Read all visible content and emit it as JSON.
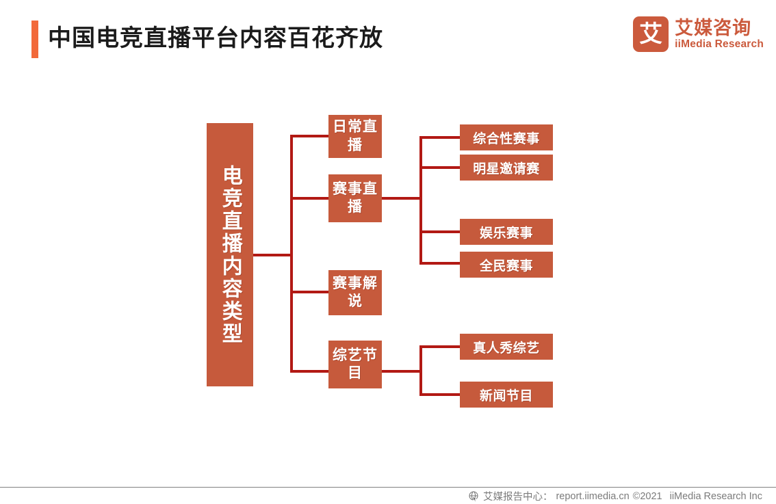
{
  "header": {
    "title": "中国电竞直播平台内容百花齐放",
    "accent_color": "#F2693A",
    "logo": {
      "mark_char": "艾",
      "name_cn": "艾媒咨询",
      "name_en": "iiMedia Research",
      "color": "#CB5A3C"
    }
  },
  "diagram": {
    "node_color": "#C65A3C",
    "connector_color": "#B21914",
    "root": {
      "label": "电竞直播内容类型"
    },
    "level2": [
      {
        "label": "日常直播"
      },
      {
        "label": "赛事直播"
      },
      {
        "label": "赛事解说"
      },
      {
        "label": "综艺节目"
      }
    ],
    "level3": {
      "match_children": [
        {
          "label": "综合性赛事"
        },
        {
          "label": "明星邀请赛"
        },
        {
          "label": "娱乐赛事"
        },
        {
          "label": "全民赛事"
        }
      ],
      "variety_children": [
        {
          "label": "真人秀综艺"
        },
        {
          "label": "新闻节目"
        }
      ]
    }
  },
  "footer": {
    "icon": "globe-cursor-icon",
    "report_center": "艾媒报告中心：",
    "url": "report.iimedia.cn",
    "copyright": "©2021",
    "company": "iiMedia Research  Inc"
  }
}
